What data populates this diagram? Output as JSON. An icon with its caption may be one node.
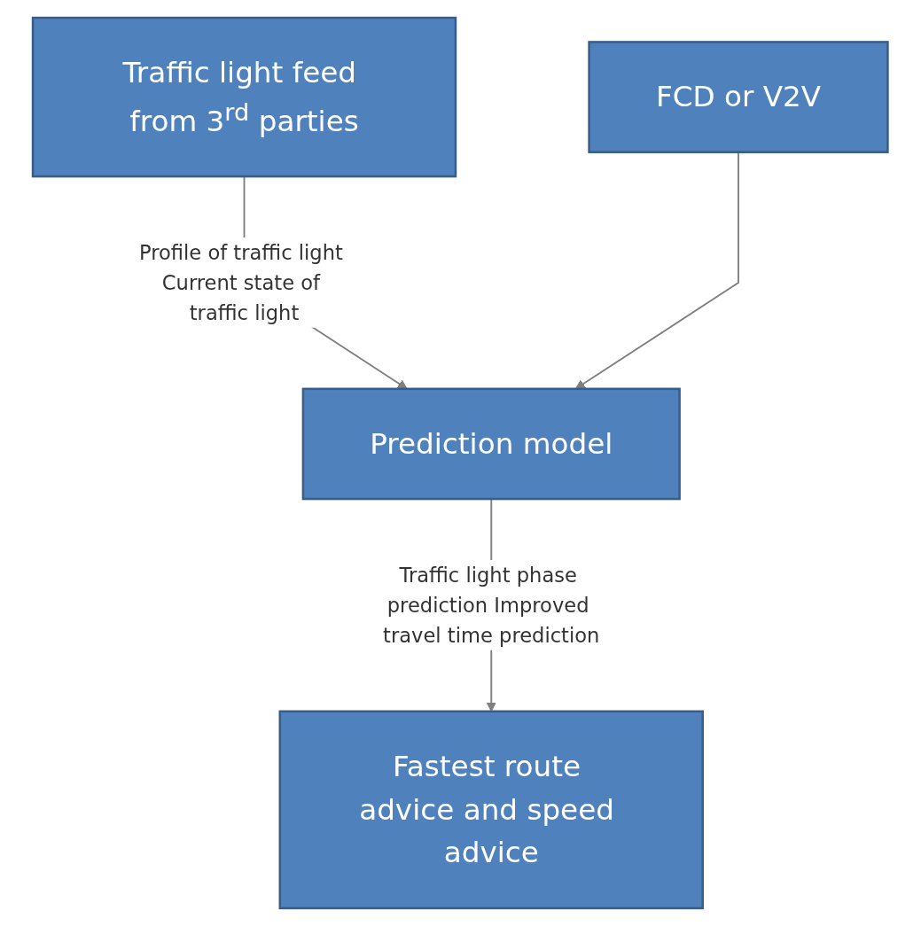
{
  "diagram": {
    "nodes": [
      {
        "text": [
          "Traffic light feed from 3$^{rd}$ parties"
        ]
      },
      {
        "text": [
          "FCD or V2V"
        ]
      },
      {
        "text": [
          "Prediction model"
        ]
      },
      {
        "text": [
          "Fastest route advice and speed advice"
        ]
      }
    ],
    "edges": [
      {
        "from": 0,
        "to": 2,
        "arrow": "to",
        "label": "Profile of traffic light Current state of traffic light"
      },
      {
        "from": 1,
        "to": 2,
        "arrow": "to"
      },
      {
        "from": 2,
        "to": 3,
        "arrow": "to",
        "label": "Traffic light phase prediction Improved travel time prediction"
      }
    ]
  }
}
